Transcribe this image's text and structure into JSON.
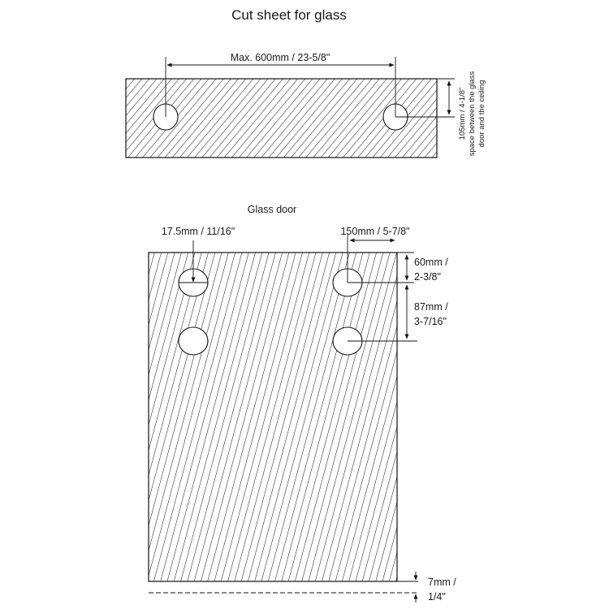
{
  "title": "Cut sheet for glass",
  "top_panel": {
    "span_label": "Max. 600mm  / 23-5/8\"",
    "side_label_line1": "105mm / 4-1/8\"",
    "side_label_line2": "space between the glass",
    "side_label_line3": "door and the ceiling"
  },
  "door_panel": {
    "heading": "Glass door",
    "hole_diameter_label": "17.5mm / 11/16\"",
    "edge_offset_label": "150mm / 5-7/8\"",
    "top_offset_line1": "60mm /",
    "top_offset_line2": "2-3/8\"",
    "hole_spacing_line1": "87mm /",
    "hole_spacing_line2": "3-7/16\"",
    "bottom_gap_line1": "7mm /",
    "bottom_gap_line2": "1/4\""
  }
}
